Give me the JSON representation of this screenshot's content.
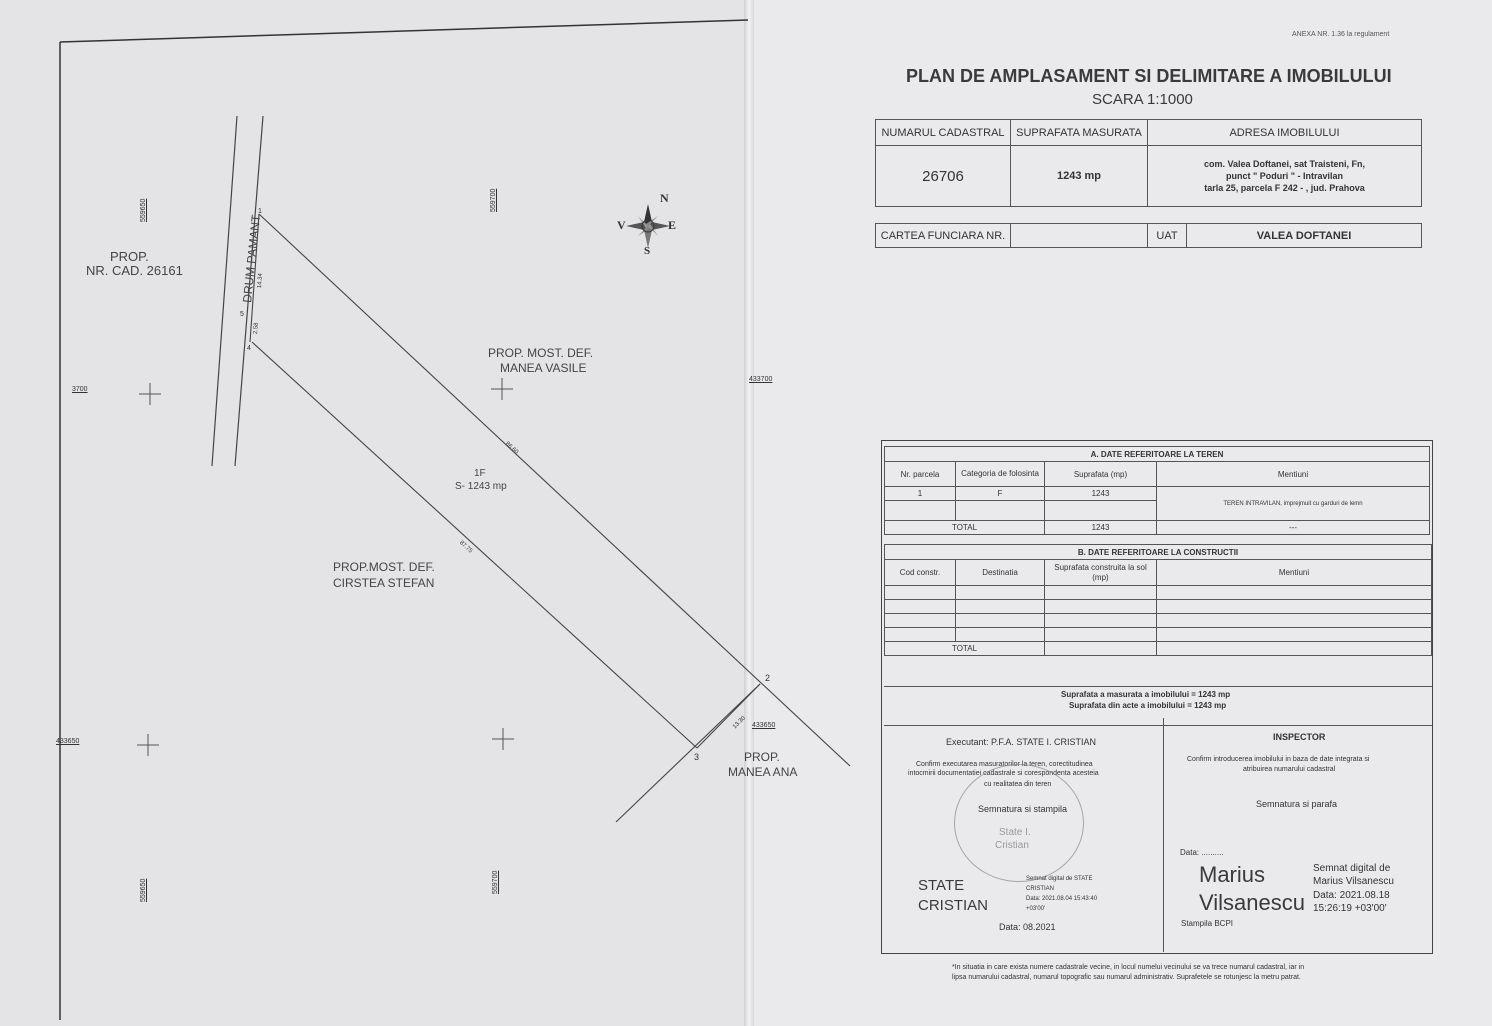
{
  "annex": "ANEXA NR. 1.36 la regulament",
  "title": "PLAN DE AMPLASAMENT SI DELIMITARE A IMOBILULUI",
  "scale": "SCARA 1:1000",
  "header_table": {
    "col_cadastral": "NUMARUL CADASTRAL",
    "col_area": "SUPRAFATA MASURATA",
    "col_address": "ADRESA IMOBILULUI",
    "cadastral_value": "26706",
    "area_value": "1243 mp",
    "address_line1": "com. Valea Doftanei, sat Traisteni, Fn,",
    "address_line2": "punct \" Poduri \" - Intravilan",
    "address_line3": "tarla 25, parcela F 242 - , jud. Prahova"
  },
  "cf_table": {
    "label_cf": "CARTEA FUNCIARA NR.",
    "label_uat": "UAT",
    "uat_value": "VALEA DOFTANEI"
  },
  "section_a": {
    "title": "A. DATE REFERITOARE LA TEREN",
    "col_parcel": "Nr. parcela",
    "col_category": "Categoria de folosinta",
    "col_area": "Suprafata (mp)",
    "col_mentions": "Mentiuni",
    "row_parcel": "1",
    "row_category": "F",
    "row_area": "1243",
    "row_mentions": "TEREN INTRAVILAN, imprejmuit  cu garduri de lemn",
    "total_label": "TOTAL",
    "total_area": "1243",
    "total_mentions": "---"
  },
  "section_b": {
    "title": "B. DATE REFERITOARE LA CONSTRUCTII",
    "col_code": "Cod constr.",
    "col_dest": "Destinatia",
    "col_area": "Suprafata construita la sol (mp)",
    "col_mentions": "Mentiuni",
    "total_label": "TOTAL"
  },
  "area_measured": "Suprafata a masurata a imobilului = 1243 mp",
  "area_acts": "Suprafata din acte a imobilului = 1243 mp",
  "executant": {
    "label": "Executant: P.F.A. STATE I. CRISTIAN",
    "confirm1": "Confirm executarea masuratorilor la teren, corectitudinea",
    "confirm2": "intocmirii documentatiei cadastrale si corespondenta acesteia",
    "confirm3": "cu realitatea din teren",
    "sign_label": "Semnatura si stampila",
    "name1": "STATE",
    "name2": "CRISTIAN",
    "digital1": "Semnat digital de STATE",
    "digital2": "CRISTIAN",
    "digital3": "Data: 2021.08.04 15:43:40",
    "digital4": "+03'00'",
    "date": "Data: 08.2021",
    "stamp1": "State I.",
    "stamp2": "Cristian"
  },
  "inspector": {
    "label": "INSPECTOR",
    "confirm1": "Confirm introducerea imobilului in baza de date integrata si",
    "confirm2": "atribuirea numarului cadastral",
    "sign_label": "Semnatura si parafa",
    "date": "Data: ..........",
    "name1": "Marius",
    "name2": "Vilsanescu",
    "digital1": "Semnat digital de",
    "digital2": "Marius Vilsanescu",
    "digital3": "Data: 2021.08.18",
    "digital4": "15:26:19 +03'00'",
    "stamp_label": "Stampila BCPI"
  },
  "footnote1": "*In situatia in care exista numere cadastrale vecine, in locul numelui vecinului se va trece numarul cadastral, iar in",
  "footnote2": "lipsa numarului cadastral, numarul topografic sau numarul administrativ. Suprafetele se rotunjesc la metru patrat.",
  "map": {
    "neighbor_nw1": "PROP.",
    "neighbor_nw2": "NR. CAD. 26161",
    "road": "DRUM PAMANT",
    "neighbor_ne1": "PROP. MOST. DEF.",
    "neighbor_ne2": "MANEA VASILE",
    "neighbor_sw1": "PROP.MOST. DEF.",
    "neighbor_sw2": "CIRSTEA STEFAN",
    "neighbor_se1": "PROP.",
    "neighbor_se2": "MANEA ANA",
    "parcel_id": "1F",
    "parcel_area": "S- 1243 mp",
    "grid_y1": "559650",
    "grid_y2": "559700",
    "grid_x1": "433700",
    "grid_x1_partial": "3700",
    "grid_x2": "433650",
    "pt1": "1",
    "pt2": "2",
    "pt3": "3",
    "pt4": "4",
    "pt5": "5",
    "d12": "86.60",
    "d34": "87.75",
    "d23": "13.30",
    "d15": "14.34",
    "d54": "2.58",
    "compass_n": "N",
    "compass_s": "S",
    "compass_e": "E",
    "compass_v": "V"
  }
}
